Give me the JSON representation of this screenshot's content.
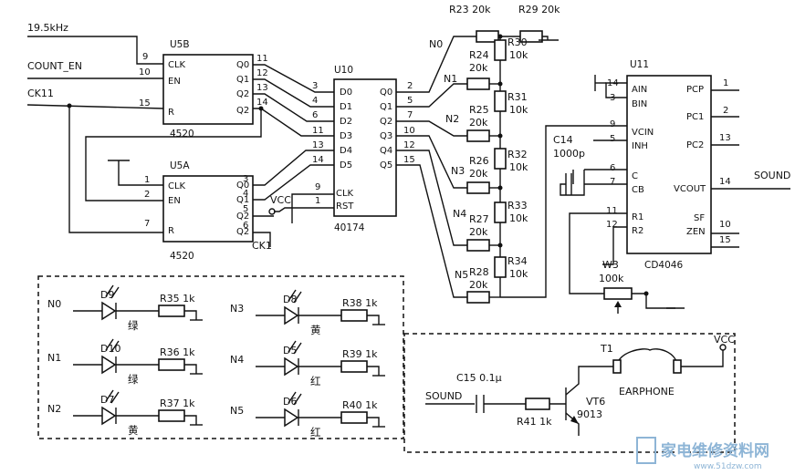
{
  "inputs": {
    "clock_19k": "19.5kHz",
    "count_en": "COUNT_EN",
    "ck11": "CK11",
    "ck1": "CK1",
    "vcc": "VCC",
    "sound_out": "SOUND",
    "sound_in": "SOUND"
  },
  "u5b": {
    "ref": "U5B",
    "part": "4520",
    "pins_left": [
      "9",
      "10",
      "15"
    ],
    "pins_right": [
      "11",
      "12",
      "13",
      "14"
    ],
    "labels_left": [
      "CLK",
      "EN",
      "R"
    ],
    "labels_right": [
      "Q0",
      "Q1",
      "Q2",
      "Q2"
    ]
  },
  "u5a": {
    "ref": "U5A",
    "part": "4520",
    "pins_left": [
      "1",
      "2",
      "7"
    ],
    "pins_right": [
      "3",
      "4",
      "5",
      "6"
    ],
    "labels_left": [
      "CLK",
      "EN",
      "R"
    ],
    "labels_right": [
      "Q0",
      "Q1",
      "Q2",
      "Q2"
    ]
  },
  "u10": {
    "ref": "U10",
    "part": "40174",
    "pins_left": [
      "3",
      "4",
      "6",
      "11",
      "13",
      "14"
    ],
    "labels_left": [
      "D0",
      "D1",
      "D2",
      "D3",
      "D4",
      "D5"
    ],
    "labels_right": [
      "Q0",
      "Q1",
      "Q2",
      "Q3",
      "Q4",
      "Q5"
    ],
    "pins_right": [
      "2",
      "5",
      "7",
      "10",
      "12",
      "15"
    ],
    "clk_pin": "9",
    "rst_pin": "1",
    "clk_label": "CLK",
    "rst_label": "RST"
  },
  "u11": {
    "ref": "U11",
    "part": "CD4046",
    "pins_left": [
      "14",
      "3",
      "9",
      "5",
      "6",
      "7",
      "11",
      "12"
    ],
    "labels_left": [
      "AIN",
      "BIN",
      "VCIN",
      "INH",
      "C",
      "CB",
      "R1",
      "R2"
    ],
    "labels_right": [
      "PCP",
      "PC1",
      "PC2",
      "VCOUT",
      "SF",
      "ZEN"
    ],
    "pins_right": [
      "1",
      "2",
      "13",
      "14",
      "10",
      "15"
    ]
  },
  "nets": [
    "N0",
    "N1",
    "N2",
    "N3",
    "N4",
    "N5"
  ],
  "ladder": {
    "r23": "R23 20k",
    "r29": "R29 20k",
    "vertical": [
      "R30",
      "R31",
      "R32",
      "R33",
      "R34"
    ],
    "vertical_values": [
      "10k",
      "10k",
      "10k",
      "10k",
      "10k"
    ],
    "horizontal": [
      "R24",
      "R25",
      "R26",
      "R27",
      "R28"
    ],
    "horizontal_values": [
      "20k",
      "20k",
      "20k",
      "20k",
      "20k"
    ]
  },
  "c14": {
    "ref": "C14",
    "value": "1000p"
  },
  "w3": {
    "ref": "W3",
    "value": "100k"
  },
  "leds": [
    {
      "net": "N0",
      "diode": "D9",
      "resistor": "R35",
      "value": "1k",
      "color": "绿"
    },
    {
      "net": "N1",
      "diode": "D10",
      "resistor": "R36",
      "value": "1k",
      "color": "绿"
    },
    {
      "net": "N2",
      "diode": "D7",
      "resistor": "R37",
      "value": "1k",
      "color": "黄"
    },
    {
      "net": "N3",
      "diode": "D8",
      "resistor": "R38",
      "value": "1k",
      "color": "黄"
    },
    {
      "net": "N4",
      "diode": "D5",
      "resistor": "R39",
      "value": "1k",
      "color": "红"
    },
    {
      "net": "N5",
      "diode": "D6",
      "resistor": "R40",
      "value": "1k",
      "color": "红"
    }
  ],
  "audio": {
    "c15": "C15 0.1μ",
    "r41": "R41 1k",
    "vt6": "VT6",
    "vt6_part": "9013",
    "t1": "T1",
    "earphone": "EARPHONE"
  },
  "watermark": {
    "cn": "家电维修资料网",
    "url": "www.51dzw.com"
  },
  "colors": {
    "ink": "#111111",
    "watermark": "#8eb5d6"
  }
}
